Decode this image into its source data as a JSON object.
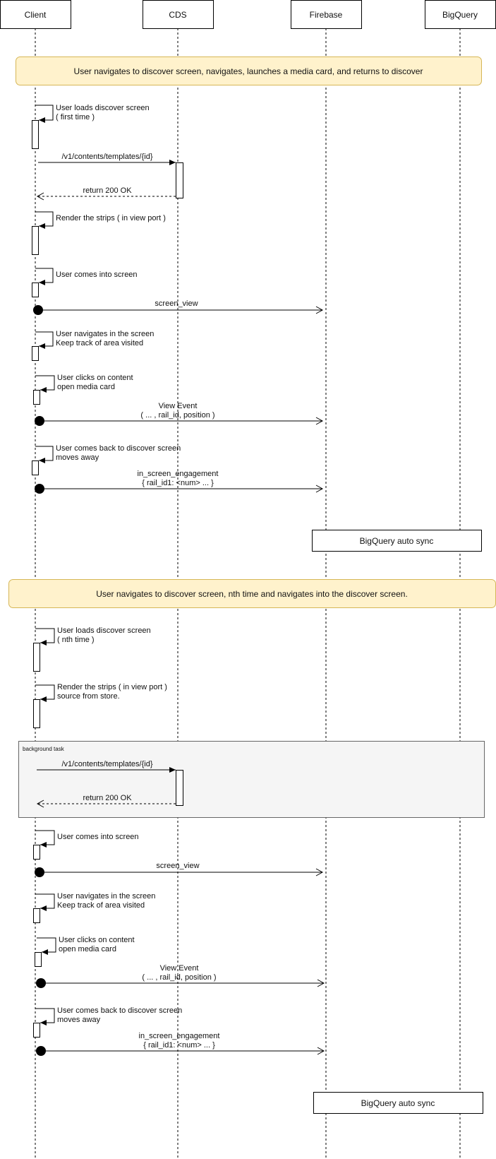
{
  "participants": {
    "client": "Client",
    "cds": "CDS",
    "firebase": "Firebase",
    "bigquery": "BigQuery"
  },
  "notes": {
    "first": "User navigates to discover screen, navigates, launches a media card, and returns to discover",
    "second": "User navigates to discover screen, nth time and navigates into the discover screen."
  },
  "frame": {
    "label": "background task"
  },
  "sync": {
    "first": "BigQuery auto sync",
    "second": "BigQuery auto sync"
  },
  "section1": {
    "loads": [
      "User loads discover screen",
      "( first time )"
    ],
    "request": "/v1/contents/templates/{id}",
    "response": "return 200 OK",
    "render": [
      "Render the strips ( in view port )"
    ],
    "comes_into": [
      "User comes into screen"
    ],
    "screen_view": "screen_view",
    "navigates": [
      "User navigates in the screen",
      "Keep track of area visited"
    ],
    "clicks": [
      "User clicks on content",
      "open media card"
    ],
    "view_event": [
      "View Event",
      "( ... , rail_id, position )"
    ],
    "comes_back": [
      "User comes back to discover screen",
      "moves away"
    ],
    "engagement": [
      "in_screen_engagement",
      "{ rail_id1: <num> ... }"
    ]
  },
  "section2": {
    "loads": [
      "User loads discover screen",
      "( nth time )"
    ],
    "render": [
      "Render the strips ( in view port )",
      "source from store."
    ],
    "request": "/v1/contents/templates/{id}",
    "response": "return 200 OK",
    "comes_into": [
      "User comes into screen"
    ],
    "screen_view": "screen_view",
    "navigates": [
      "User navigates in the screen",
      "Keep track of area visited"
    ],
    "clicks": [
      "User clicks on content",
      "open media card"
    ],
    "view_event": [
      "View Event",
      "( ... , rail_id, position )"
    ],
    "comes_back": [
      "User comes back to discover screen",
      "moves away"
    ],
    "engagement": [
      "in_screen_engagement",
      "{ rail_id1: <num> ... }"
    ]
  }
}
